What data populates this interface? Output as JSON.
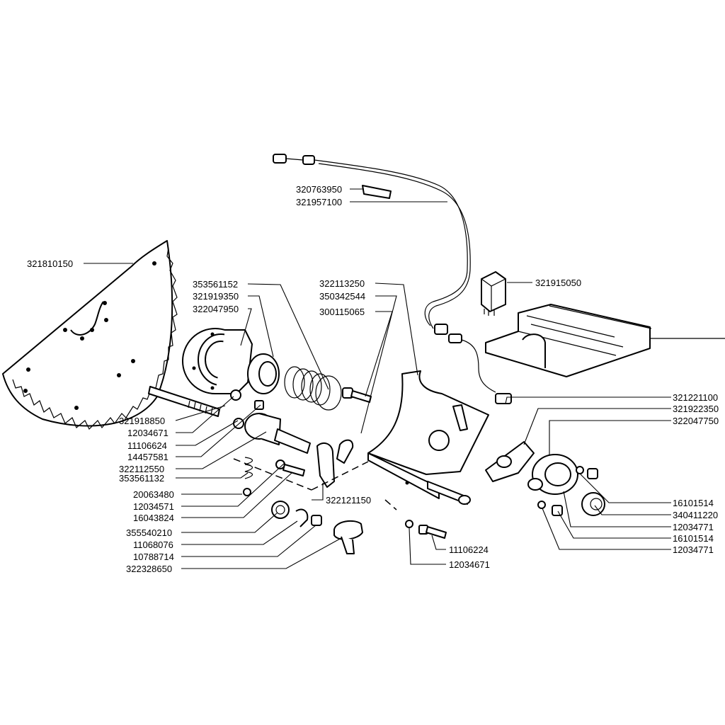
{
  "labels": {
    "p321810150": "321810150",
    "p320763950": "320763950",
    "p321957100": "321957100",
    "p321915050": "321915050",
    "p353561152": "353561152",
    "p321919350": "321919350",
    "p322047950": "322047950",
    "p322113250": "322113250",
    "p350342544": "350342544",
    "p300115065": "300115065",
    "p321918850": "321918850",
    "p12034671a": "12034671",
    "p11106624": "11106624",
    "p14457581": "14457581",
    "p322112550": "322112550",
    "p353561132": "353561132",
    "p20063480": "20063480",
    "p12034571": "12034571",
    "p16043824": "16043824",
    "p322121150": "322121150",
    "p355540210": "355540210",
    "p11068076": "11068076",
    "p10788714": "10788714",
    "p322328650": "322328650",
    "p11106224": "11106224",
    "p12034671b": "12034671",
    "p321221100": "321221100",
    "p321922350": "321922350",
    "p322047750": "322047750",
    "p16101514a": "16101514",
    "p340411220": "340411220",
    "p12034771a": "12034771",
    "p16101514b": "16101514",
    "p12034771b": "12034771"
  }
}
